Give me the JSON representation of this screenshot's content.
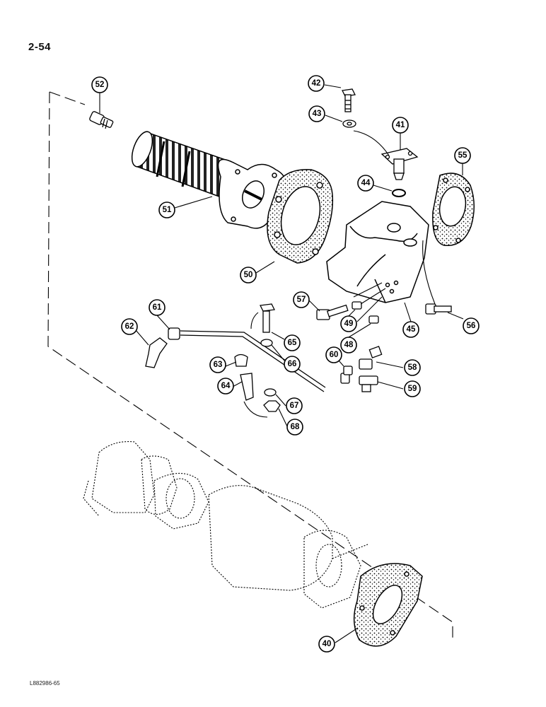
{
  "page": {
    "number": "2-54",
    "code": "L882986-65"
  },
  "callouts": [
    {
      "id": "52",
      "label": "52"
    },
    {
      "id": "42",
      "label": "42"
    },
    {
      "id": "43",
      "label": "43"
    },
    {
      "id": "41",
      "label": "41"
    },
    {
      "id": "55",
      "label": "55"
    },
    {
      "id": "44",
      "label": "44"
    },
    {
      "id": "51",
      "label": "51"
    },
    {
      "id": "50",
      "label": "50"
    },
    {
      "id": "57",
      "label": "57"
    },
    {
      "id": "49",
      "label": "49"
    },
    {
      "id": "48",
      "label": "48"
    },
    {
      "id": "45",
      "label": "45"
    },
    {
      "id": "56",
      "label": "56"
    },
    {
      "id": "61",
      "label": "61"
    },
    {
      "id": "62",
      "label": "62"
    },
    {
      "id": "65",
      "label": "65"
    },
    {
      "id": "66",
      "label": "66"
    },
    {
      "id": "63",
      "label": "63"
    },
    {
      "id": "60",
      "label": "60"
    },
    {
      "id": "58",
      "label": "58"
    },
    {
      "id": "64",
      "label": "64"
    },
    {
      "id": "59",
      "label": "59"
    },
    {
      "id": "67",
      "label": "67"
    },
    {
      "id": "68",
      "label": "68"
    },
    {
      "id": "40",
      "label": "40"
    }
  ]
}
